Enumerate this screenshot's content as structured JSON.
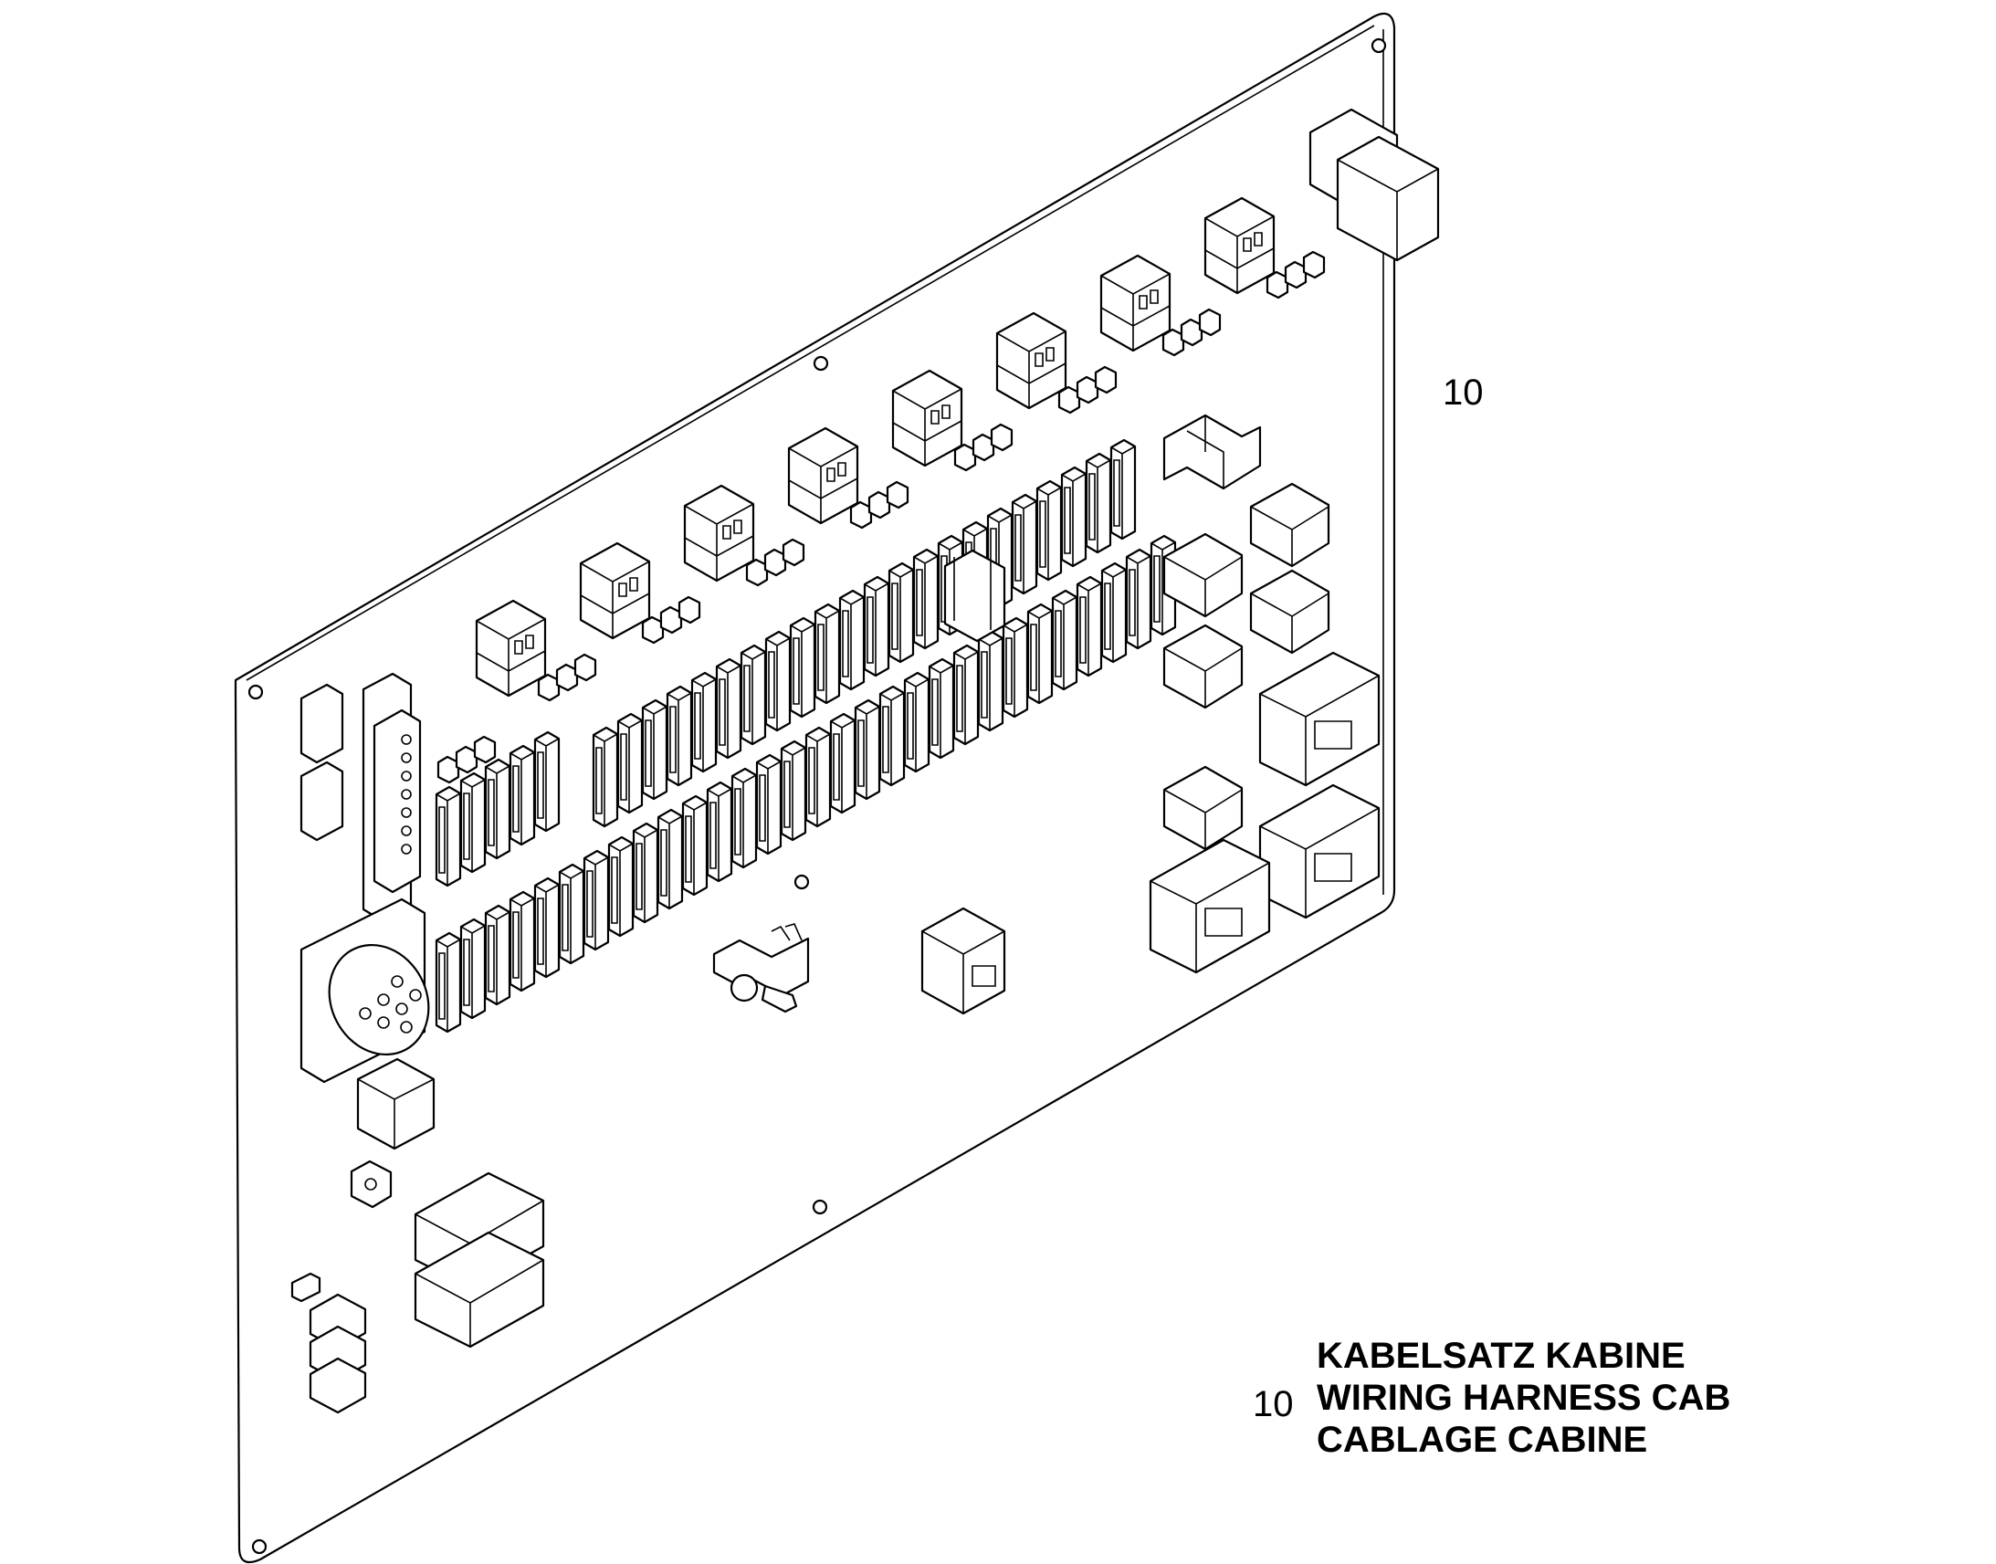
{
  "callout": {
    "number": "10"
  },
  "legend": {
    "number": "10",
    "line_de": "KABELSATZ KABINE",
    "line_en": "WIRING HARNESS CAB",
    "line_fr": "CABLAGE CABINE"
  }
}
